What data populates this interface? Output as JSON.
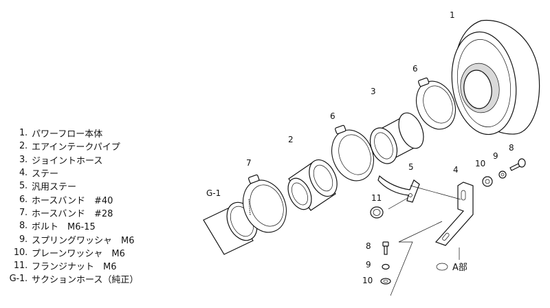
{
  "parts_list": [
    {
      "num": "1.",
      "name": "パワーフロー本体"
    },
    {
      "num": "2.",
      "name": "エアインテークパイプ"
    },
    {
      "num": "3.",
      "name": "ジョイントホース"
    },
    {
      "num": "4.",
      "name": "ステー"
    },
    {
      "num": "5.",
      "name": "汎用ステー"
    },
    {
      "num": "6.",
      "name": "ホースバンド　#40"
    },
    {
      "num": "7.",
      "name": "ホースバンド　#28"
    },
    {
      "num": "8.",
      "name": "ボルト　M6-15"
    },
    {
      "num": "9.",
      "name": "スプリングワッシャ　M6"
    },
    {
      "num": "10.",
      "name": "プレーンワッシャ　M6"
    },
    {
      "num": "11.",
      "name": "フランジナット　M6"
    },
    {
      "num": "G-1.",
      "name": "サクションホース（純正）"
    }
  ],
  "callouts": {
    "c1": "1",
    "c2": "2",
    "c3": "3",
    "c4": "4",
    "c5": "5",
    "c6a": "6",
    "c6b": "6",
    "c7": "7",
    "c8a": "8",
    "c8b": "8",
    "c9a": "9",
    "c9b": "9",
    "c10a": "10",
    "c10b": "10",
    "c11": "11",
    "cg1": "G-1",
    "detail_a": "A部"
  }
}
